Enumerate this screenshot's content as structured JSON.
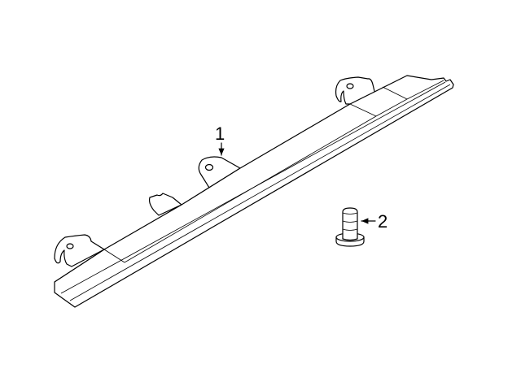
{
  "diagram": {
    "callouts": [
      {
        "number": "1",
        "part": "molding"
      },
      {
        "number": "2",
        "part": "screw"
      }
    ]
  }
}
